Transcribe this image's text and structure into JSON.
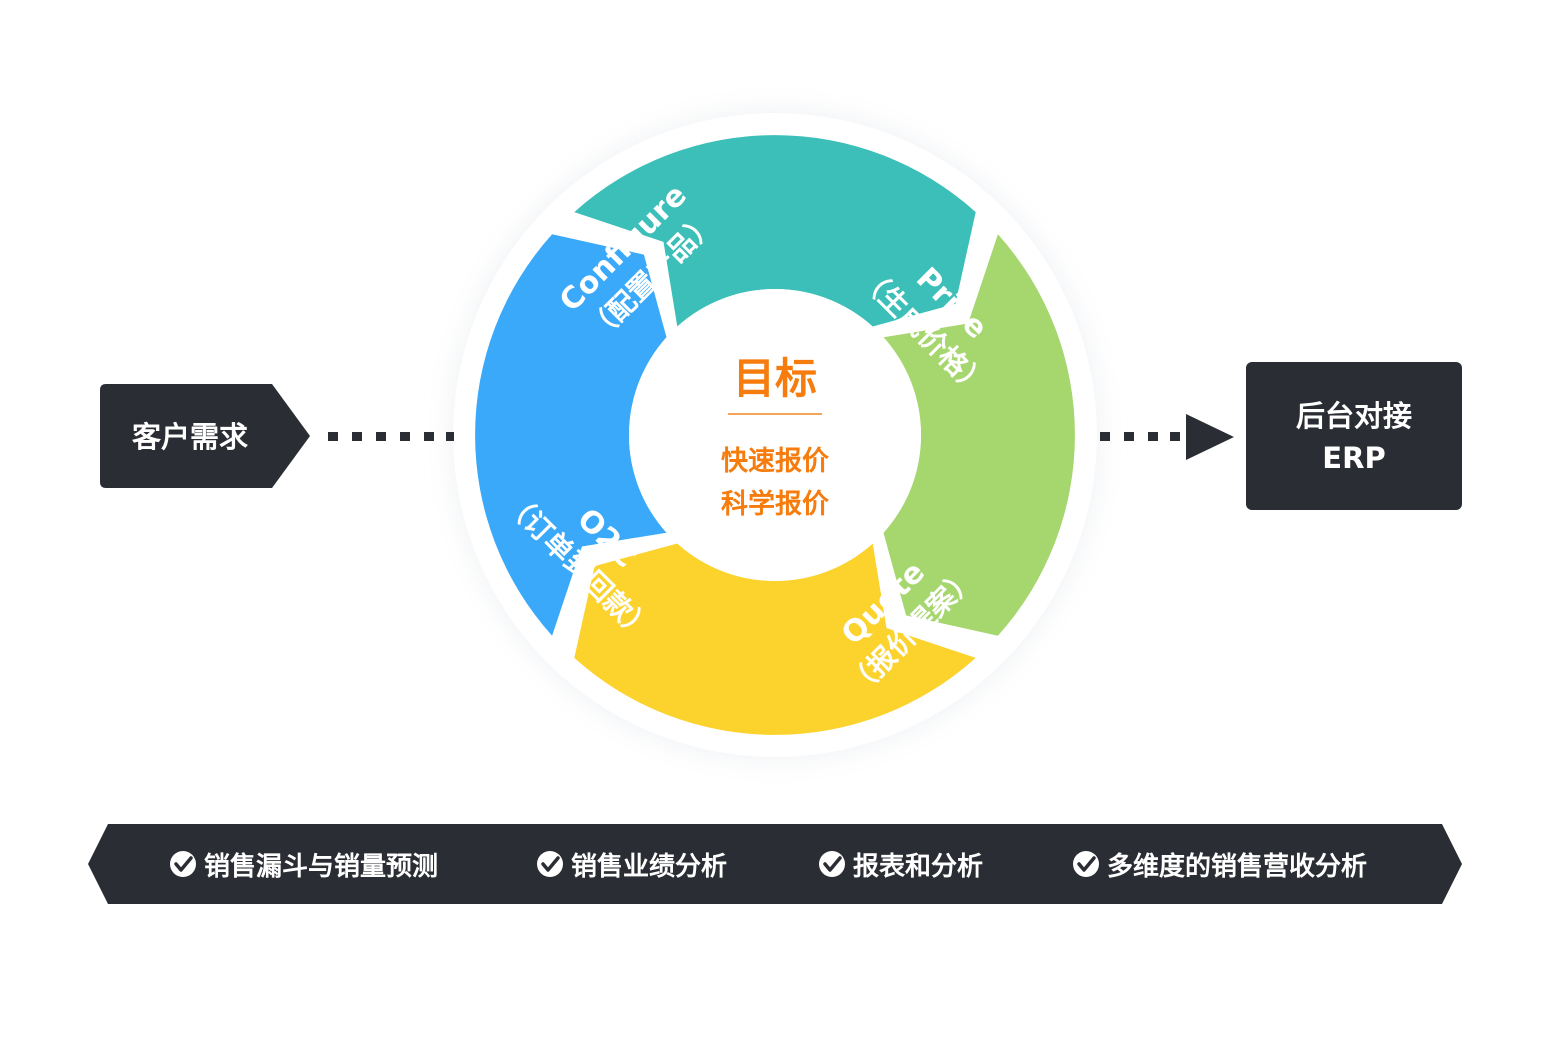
{
  "left_box": {
    "label": "客户需求"
  },
  "right_box": {
    "line1": "后台对接",
    "line2": "ERP"
  },
  "center": {
    "title": "目标",
    "line1": "快速报价",
    "line2": "科学报价"
  },
  "segments": [
    {
      "key": "configure",
      "label": "Configure",
      "sub": "（配置产品）",
      "color": "#3bbfb8"
    },
    {
      "key": "price",
      "label": "Price",
      "sub": "（生成价格）",
      "color": "#a6d66e"
    },
    {
      "key": "quote",
      "label": "Quote",
      "sub": "（报价提案）",
      "color": "#fcd22c"
    },
    {
      "key": "o2c",
      "label": "O2C",
      "sub": "（订单到回款）",
      "color": "#3ba9fa"
    }
  ],
  "colors": {
    "dark": "#2a2d33",
    "accent": "#f57c0d",
    "ring_shadow": "#e9ecef"
  },
  "features": [
    {
      "label": "销售漏斗与销量预测",
      "icon": "check-circle-icon"
    },
    {
      "label": "销售业绩分析",
      "icon": "check-circle-icon"
    },
    {
      "label": "报表和分析",
      "icon": "check-circle-icon"
    },
    {
      "label": "多维度的销售营收分析",
      "icon": "check-circle-icon"
    }
  ]
}
